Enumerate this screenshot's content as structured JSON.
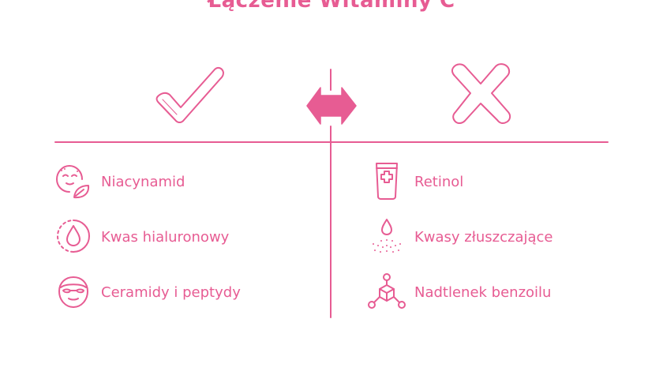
{
  "title": "Łączenie Witaminy C",
  "colors": {
    "accent": "#e75c93"
  },
  "symbols": {
    "compatible": "check-icon",
    "incompatible": "cross-icon",
    "versus": "double-arrow-icon"
  },
  "compatible": [
    {
      "label": "Niacynamid",
      "icon": "face-leaf-icon"
    },
    {
      "label": "Kwas hialuronowy",
      "icon": "drop-circle-icon"
    },
    {
      "label": "Ceramidy i peptydy",
      "icon": "face-mask-icon"
    }
  ],
  "incompatible": [
    {
      "label": "Retinol",
      "icon": "tube-icon"
    },
    {
      "label": "Kwasy złuszczające",
      "icon": "drop-spray-icon"
    },
    {
      "label": "Nadtlenek benzoilu",
      "icon": "molecule-icon"
    }
  ]
}
